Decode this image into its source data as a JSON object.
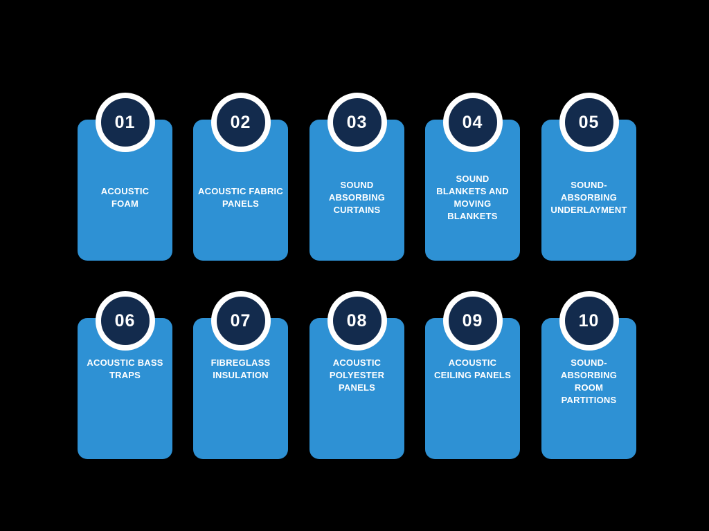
{
  "background_color": "#000000",
  "colors": {
    "card": "#2e91d4",
    "badge": "#132b4d",
    "badge_ring": "#ffffff",
    "text": "#ffffff"
  },
  "cards": [
    {
      "number": "01",
      "label": "ACOUSTIC\nFOAM"
    },
    {
      "number": "02",
      "label": "ACOUSTIC FABRIC\nPANELS"
    },
    {
      "number": "03",
      "label": "SOUND\nABSORBING\nCURTAINS"
    },
    {
      "number": "04",
      "label": "SOUND\nBLANKETS AND\nMOVING\nBLANKETS"
    },
    {
      "number": "05",
      "label": "SOUND-\nABSORBING\nUNDERLAYMENT"
    },
    {
      "number": "06",
      "label": "ACOUSTIC BASS\nTRAPS"
    },
    {
      "number": "07",
      "label": "FIBREGLASS\nINSULATION"
    },
    {
      "number": "08",
      "label": "ACOUSTIC\nPOLYESTER\nPANELS"
    },
    {
      "number": "09",
      "label": "ACOUSTIC\nCEILING PANELS"
    },
    {
      "number": "10",
      "label": "SOUND-\nABSORBING\nROOM\nPARTITIONS"
    }
  ]
}
